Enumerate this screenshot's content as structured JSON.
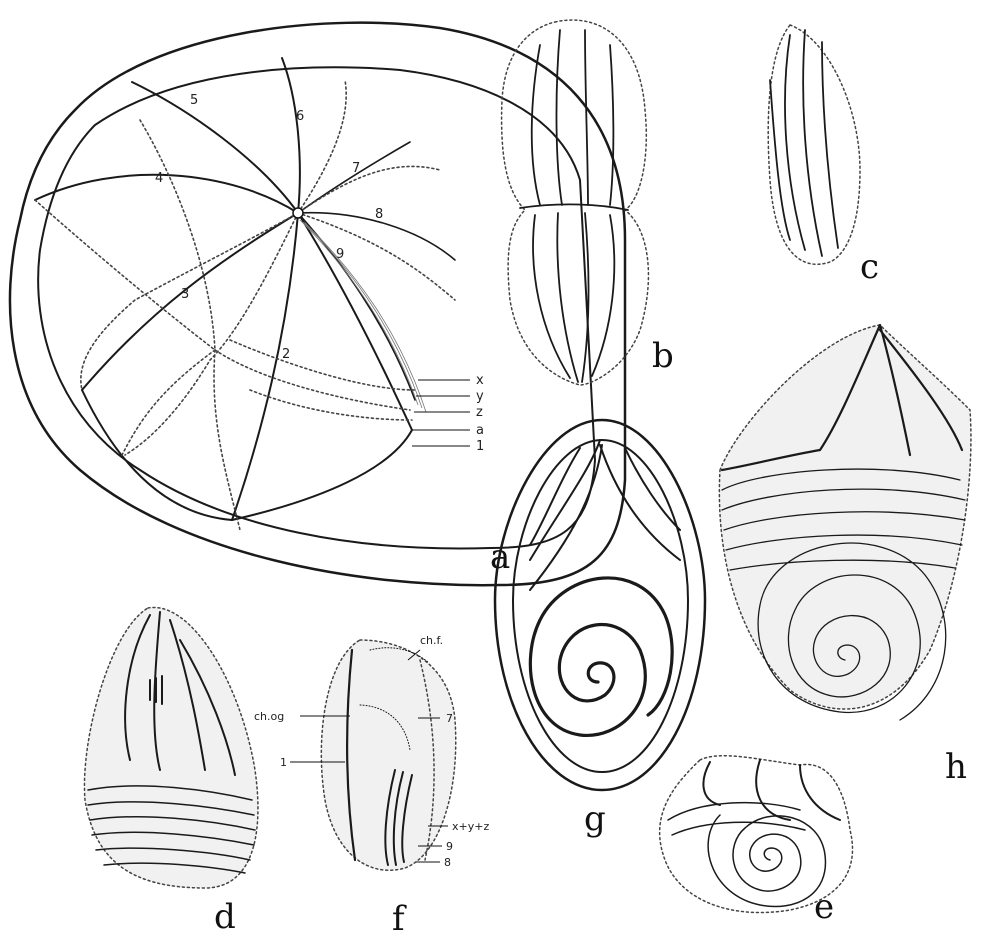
{
  "panels": {
    "a": {
      "label": "a",
      "ray_numbers": [
        "1",
        "2",
        "3",
        "4",
        "5",
        "6",
        "7",
        "8",
        "9"
      ],
      "side_markers": [
        "x",
        "y",
        "z",
        "a",
        "1"
      ]
    },
    "b": {
      "label": "b"
    },
    "c": {
      "label": "c"
    },
    "d": {
      "label": "d"
    },
    "e": {
      "label": "e"
    },
    "f": {
      "label": "f",
      "annotations": [
        "ch.f.",
        "ch.og",
        "1",
        "7",
        "x+y+z",
        "9",
        "8"
      ]
    },
    "g": {
      "label": "g"
    },
    "h": {
      "label": "h"
    }
  },
  "colors": {
    "ink": "#1a1a1a",
    "paper": "#ffffff"
  }
}
